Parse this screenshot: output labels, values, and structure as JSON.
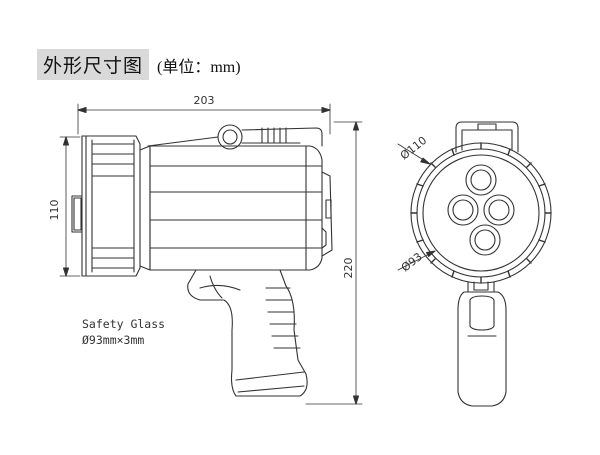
{
  "title": {
    "main": "外形尺寸图",
    "unit": "(单位：mm)"
  },
  "dimensions": {
    "overall_length": "203",
    "head_height": "110",
    "overall_height": "220",
    "head_diameter": "Ø110",
    "glass_diameter": "Ø93"
  },
  "annotation": {
    "line1": "Safety Glass",
    "line2": "Ø93mm×3mm"
  },
  "colors": {
    "line": "#333333",
    "title_bg": "#d9d9d9"
  }
}
